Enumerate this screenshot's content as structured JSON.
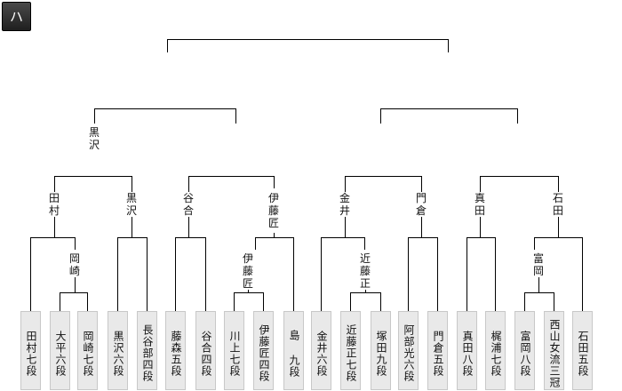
{
  "tournament": {
    "label": "ハ"
  },
  "players": [
    {
      "name": "田村七段"
    },
    {
      "name": "大平六段"
    },
    {
      "name": "岡崎七段"
    },
    {
      "name": "黒沢六段"
    },
    {
      "name": "長谷部四段"
    },
    {
      "name": "藤森五段"
    },
    {
      "name": "谷合四段"
    },
    {
      "name": "川上七段"
    },
    {
      "name": "伊藤匠四段"
    },
    {
      "name": "島 九段"
    },
    {
      "name": "金井六段"
    },
    {
      "name": "近藤正七段"
    },
    {
      "name": "塚田九段"
    },
    {
      "name": "阿部光六段"
    },
    {
      "name": "門倉五段"
    },
    {
      "name": "真田八段"
    },
    {
      "name": "梶浦七段"
    },
    {
      "name": "富岡八段"
    },
    {
      "name": "西山女流三冠"
    },
    {
      "name": "石田五段"
    }
  ],
  "winners": {
    "r1_okazaki": "岡\n崎",
    "r1_ito": "伊\n藤\n匠",
    "r1_kondo": "近\n藤\n正",
    "r1_tomioka": "富\n岡",
    "r2_tamura": "田\n村",
    "r2_kurosawa": "黒\n沢",
    "r2_taniai": "谷\n合",
    "r2_ito": "伊\n藤\n匠",
    "r2_kanai": "金\n井",
    "r2_kadokura": "門\n倉",
    "r2_sanada": "真\n田",
    "r2_ishida": "石\n田",
    "r3_kurosawa": "黒\n沢"
  }
}
